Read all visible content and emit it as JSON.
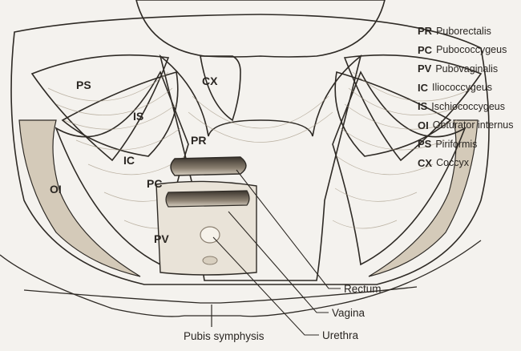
{
  "legend": [
    {
      "abbr": "PR",
      "name": "Puborectalis"
    },
    {
      "abbr": "PC",
      "name": "Pubococcygeus"
    },
    {
      "abbr": "PV",
      "name": "Pubovaginalis"
    },
    {
      "abbr": "IC",
      "name": "Iliococcygeus"
    },
    {
      "abbr": "IS",
      "name": "Ischiococcygeus"
    },
    {
      "abbr": "OI",
      "name": "Obturator internus"
    },
    {
      "abbr": "PS",
      "name": "Piriformis"
    },
    {
      "abbr": "CX",
      "name": "Coccyx"
    }
  ],
  "diagram_labels": {
    "cx": "CX",
    "ps": "PS",
    "is": "IS",
    "ic": "IC",
    "pr": "PR",
    "pc": "PC",
    "pv": "PV",
    "oi": "OI"
  },
  "callouts": {
    "rectum": "Rectum",
    "vagina": "Vagina",
    "urethra": "Urethra",
    "pubis_symphysis": "Pubis symphysis"
  }
}
